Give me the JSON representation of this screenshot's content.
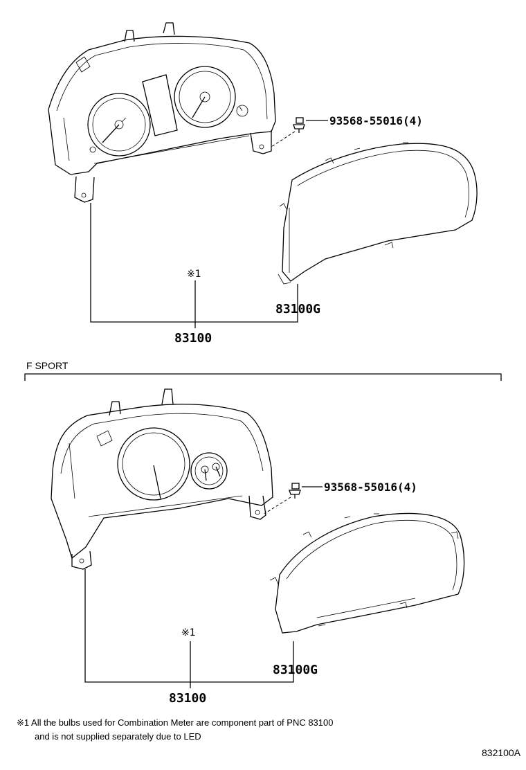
{
  "upper": {
    "bolt_part": "93568-55016(4)",
    "cover_part": "83100G",
    "note_marker": "※1",
    "assembly_part": "83100"
  },
  "section": {
    "label": "F SPORT"
  },
  "lower": {
    "bolt_part": "93568-55016(4)",
    "cover_part": "83100G",
    "note_marker": "※1",
    "assembly_part": "83100"
  },
  "footnote": {
    "line1": "※1 All the bulbs used for Combination Meter are component part of PNC 83100",
    "line2": "and is not supplied separately due to LED"
  },
  "ref_code": "832100A"
}
